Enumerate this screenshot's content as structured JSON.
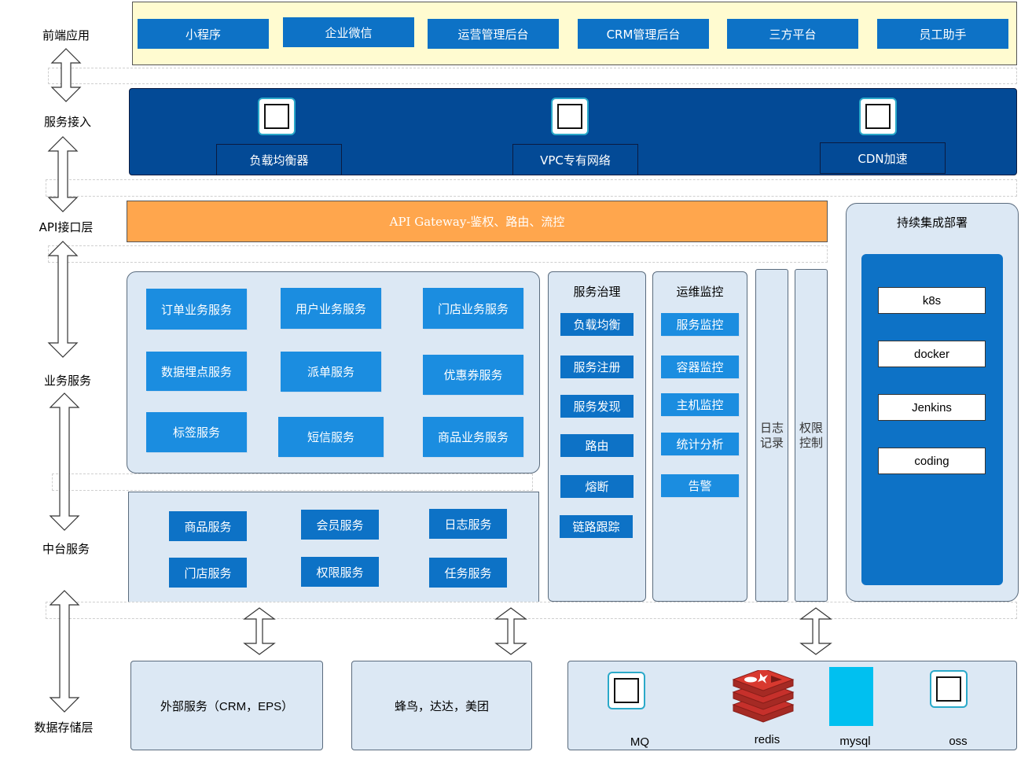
{
  "lanes": {
    "frontend": "前端应用",
    "access": "服务接入",
    "api": "API接口层",
    "business": "业务服务",
    "middle": "中台服务",
    "storage": "数据存储层"
  },
  "frontend_apps": [
    "小程序",
    "企业微信",
    "运营管理后台",
    "CRM管理后台",
    "三方平台",
    "员工助手"
  ],
  "access": [
    "负载均衡器",
    "VPC专有网络",
    "CDN加速"
  ],
  "api_gateway": "API Gateway-鉴权、路由、流控",
  "ci": {
    "title": "持续集成部署",
    "items": [
      "k8s",
      "docker",
      "Jenkins",
      "coding"
    ]
  },
  "business_services": [
    "订单业务服务",
    "用户业务服务",
    "门店业务服务",
    "数据埋点服务",
    "派单服务",
    "优惠券服务",
    "标签服务",
    "短信服务",
    "商品业务服务"
  ],
  "middle_services": [
    "商品服务",
    "会员服务",
    "日志服务",
    "门店服务",
    "权限服务",
    "任务服务"
  ],
  "governance": {
    "title": "服务治理",
    "items": [
      "负载均衡",
      "服务注册",
      "服务发现",
      "路由",
      "熔断",
      "链路跟踪"
    ]
  },
  "ops": {
    "title": "运维监控",
    "items": [
      "服务监控",
      "容器监控",
      "主机监控",
      "统计分析",
      "告警"
    ]
  },
  "log_record": "日志记录",
  "permission_control": "权限控制",
  "external": "外部服务（CRM，EPS）",
  "delivery": "蜂鸟，达达，美团",
  "storage": [
    "MQ",
    "redis",
    "mysql",
    "oss"
  ],
  "colors": {
    "frontend_bg": "#fffbd0",
    "navy": "#034a96",
    "gateway": "#ffa64d",
    "blue_button": "#0d72c6",
    "mid_button": "#1b8de0",
    "light_panel": "#dce8f4",
    "mysql_cyan": "#00c0f0",
    "redis_red": "#c6302b"
  }
}
